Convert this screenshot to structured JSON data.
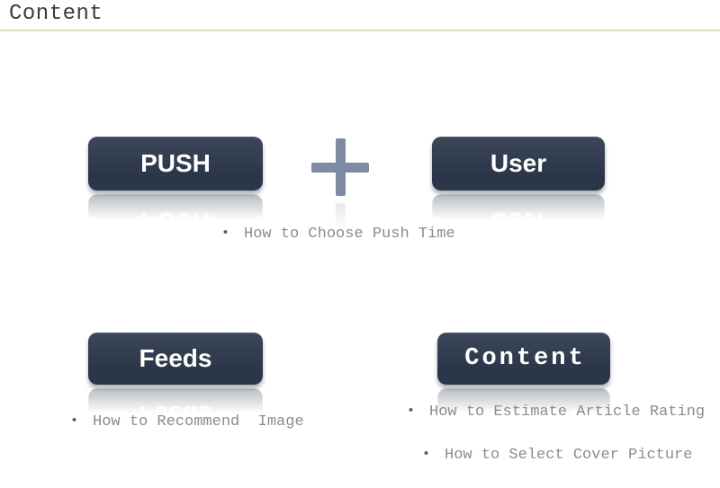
{
  "page": {
    "title": "Content"
  },
  "colors": {
    "button_bg": "#2f3b4e",
    "button_text": "#ffffff",
    "divider_green": "#d3e0b4",
    "plus_gray_blue": "#7d8ca3",
    "bullet_text_gray": "#8c8c8c",
    "title_text": "#3c3c3c"
  },
  "icons": {
    "plus": "+",
    "bullet": "•"
  },
  "sections": {
    "push_user": {
      "left_button": "PUSH",
      "right_button": "User",
      "bullets": [
        "How to Choose Push Time"
      ]
    },
    "feeds": {
      "button": "Feeds",
      "bullets": [
        "How to Recommend  Image"
      ]
    },
    "content": {
      "button": "Content",
      "bullets": [
        "How to Estimate Article Rating",
        "How to Select Cover Picture"
      ]
    }
  }
}
